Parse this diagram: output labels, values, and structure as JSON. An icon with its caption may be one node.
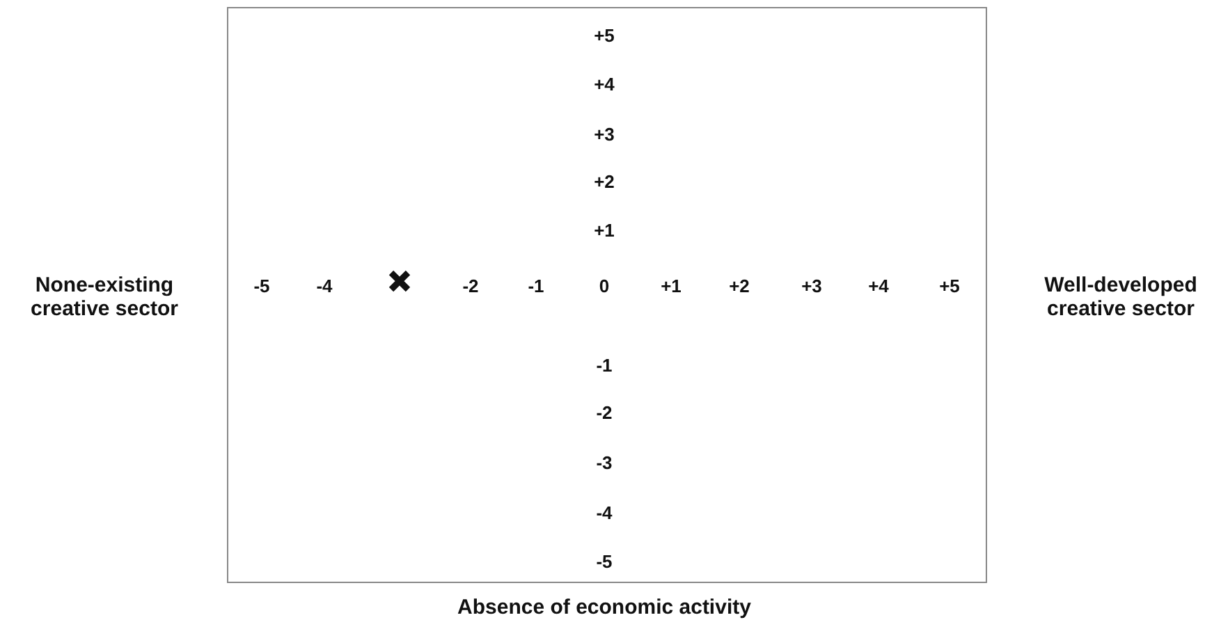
{
  "diagram": {
    "labels": [
      "+5",
      "+4",
      "+3",
      "+2",
      "+1",
      "None-existing creative sector",
      "-5",
      "-4",
      "-2",
      "-1",
      "0",
      "+1",
      "+2",
      "+3",
      "+4",
      "+5",
      "Well-developed creative sector",
      "-1",
      "-2",
      "-3",
      "-4",
      "-5",
      "Absence of economic activity"
    ]
  }
}
